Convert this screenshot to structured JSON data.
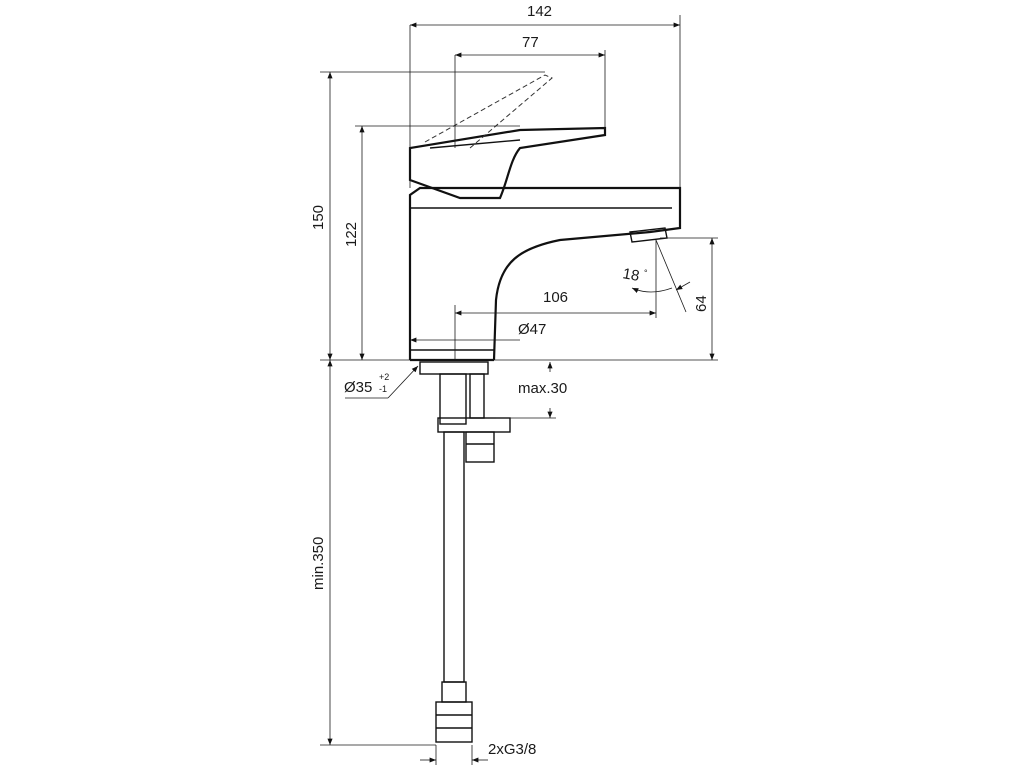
{
  "dimensions": {
    "overall_width": "142",
    "lever_reach": "77",
    "total_height": "150",
    "spout_height": "122",
    "spout_projection": "106",
    "body_diameter": "Ø47",
    "outlet_height": "64",
    "spout_angle": "18",
    "angle_unit": "°",
    "hole_diameter": "Ø35",
    "hole_tol_plus": "+2",
    "hole_tol_minus": "-1",
    "max_deck_thickness": "max.30",
    "hose_length": "min.350",
    "connection": "2xG3/8"
  }
}
